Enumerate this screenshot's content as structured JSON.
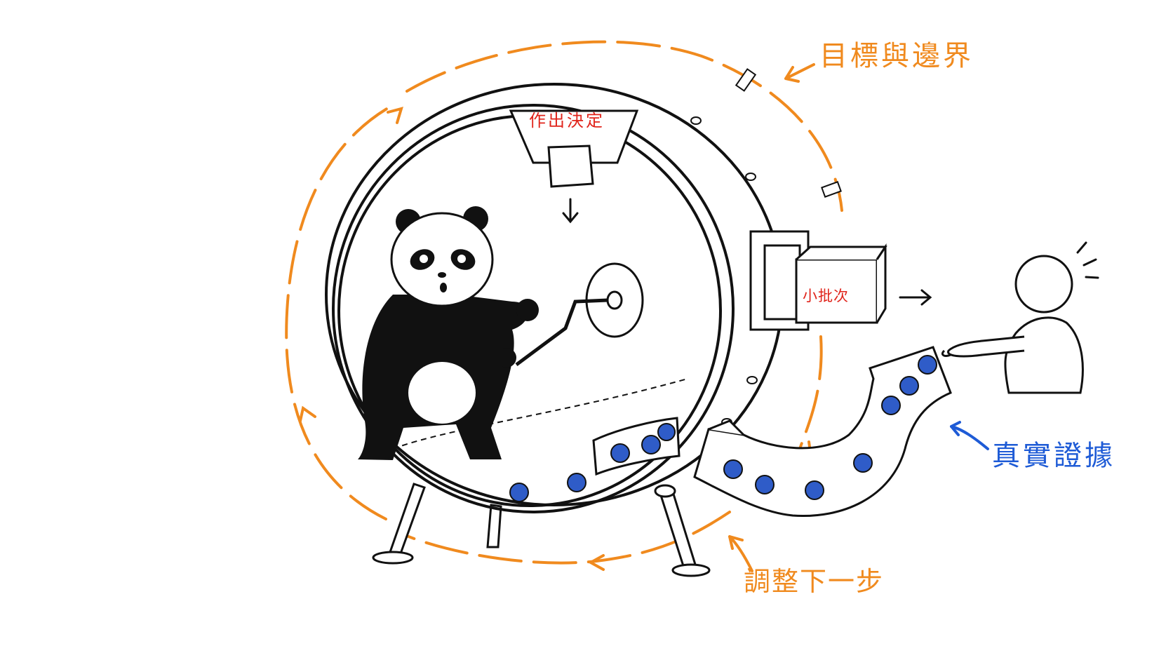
{
  "labels": {
    "goal_boundary": "目標與邊界",
    "real_evidence": "真實證據",
    "adjust_next": "調整下一步",
    "make_decision": "作出決定",
    "small_batch": "小批次"
  },
  "colors": {
    "orange": "#F08A1E",
    "blue": "#1E5BD6",
    "red": "#E0241B",
    "ink": "#111111",
    "ball": "#2F5CC8"
  },
  "icons": {
    "panda": "panda-character",
    "person": "person-figure",
    "wheel": "hamster-wheel-machine"
  }
}
